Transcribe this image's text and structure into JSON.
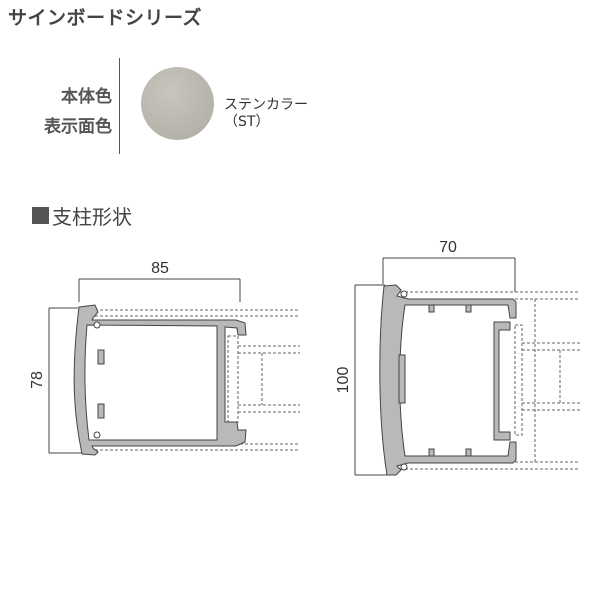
{
  "header": {
    "title": "サインボードシリーズ"
  },
  "color_info": {
    "label_line1": "本体色",
    "label_line2": "表示面色",
    "color_name": "ステンカラー",
    "color_code": "（ST）",
    "swatch_color": "#bbb8af"
  },
  "section": {
    "title": "支柱形状",
    "marker_icon": "filled-square-icon"
  },
  "profiles": [
    {
      "name": "profile-85x78",
      "width_label": "85",
      "height_label": "78"
    },
    {
      "name": "profile-70x100",
      "width_label": "70",
      "height_label": "100"
    }
  ],
  "colors": {
    "profile_fill": "#b9b9b9",
    "line": "#444444"
  }
}
